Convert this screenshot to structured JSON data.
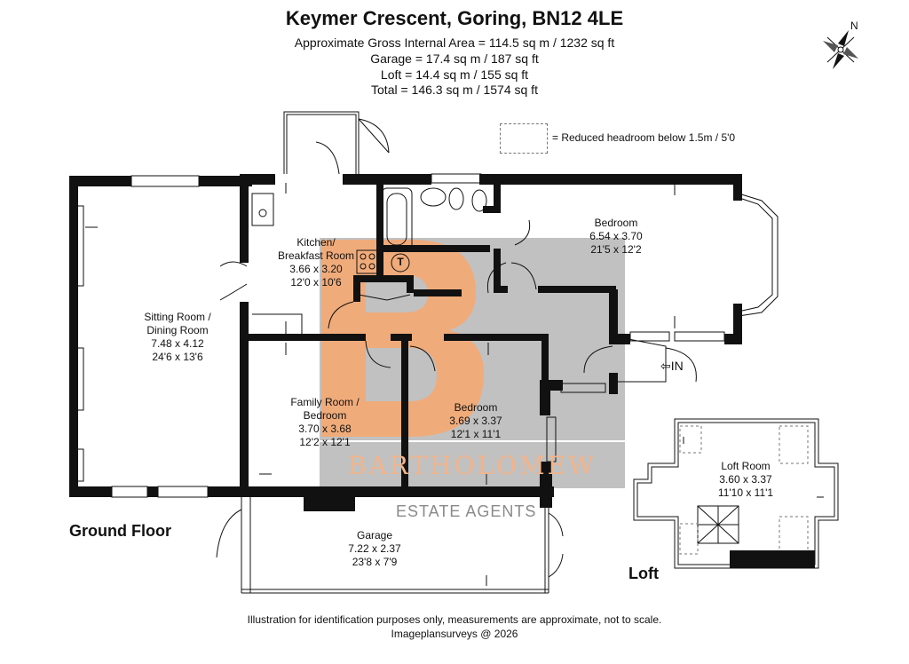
{
  "header": {
    "title": "Keymer Crescent, Goring, BN12 4LE",
    "areas": [
      "Approximate Gross Internal Area = 114.5 sq m / 1232 sq ft",
      "Garage = 17.4 sq m / 187 sq ft",
      "Loft = 14.4 sq m / 155 sq ft",
      "Total = 146.3 sq m / 1574 sq ft"
    ]
  },
  "compass": {
    "label": "N"
  },
  "legend": {
    "text": "= Reduced headroom below 1.5m / 5'0"
  },
  "rooms": {
    "sitting": [
      "Sitting Room /",
      "Dining Room",
      "7.48 x 4.12",
      "24'6 x 13'6"
    ],
    "kitchen": [
      "Kitchen/",
      "Breakfast Room",
      "3.66 x 3.20",
      "12'0 x 10'6"
    ],
    "bedroom1": [
      "Bedroom",
      "6.54 x 3.70",
      "21'5 x 12'2"
    ],
    "family": [
      "Family Room /",
      "Bedroom",
      "3.70 x 3.68",
      "12'2 x 12'1"
    ],
    "bedroom2": [
      "Bedroom",
      "3.69 x 3.37",
      "12'1 x 11'1"
    ],
    "garage": [
      "Garage",
      "7.22 x 2.37",
      "23'8 x 7'9"
    ],
    "loft": [
      "Loft Room",
      "3.60 x 3.37",
      "11'10 x 11'1"
    ]
  },
  "markers": {
    "entrance": "IN",
    "boiler": "T"
  },
  "floors": {
    "ground": "Ground Floor",
    "loft": "Loft"
  },
  "watermark": {
    "brand": "BARTHOLOMEW",
    "sub": "ESTATE AGENTS",
    "logo_letter": "B"
  },
  "footer": {
    "disclaimer": "Illustration for identification purposes only, measurements are approximate, not to scale.",
    "credit": "Imageplansurveys @ 2026"
  }
}
